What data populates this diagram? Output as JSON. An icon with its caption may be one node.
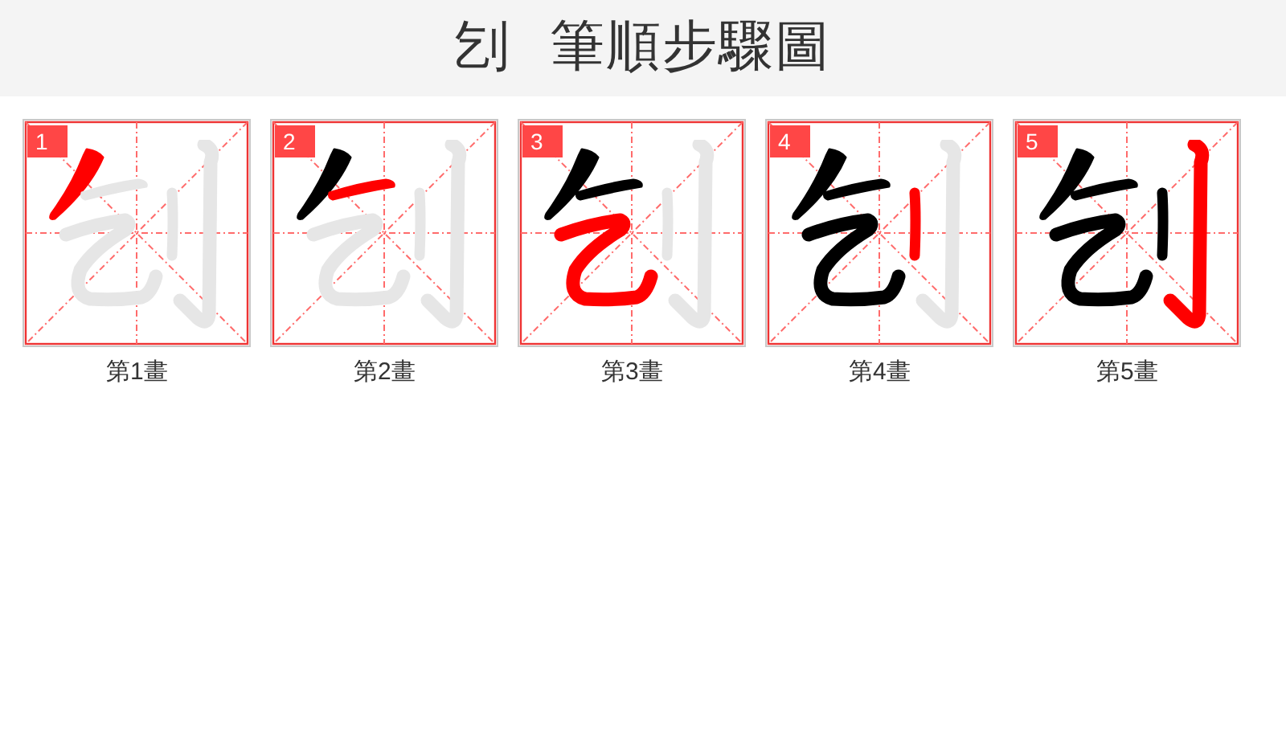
{
  "diagram": {
    "title": "刉 筆順步驟圖",
    "nodes": [
      {
        "text": [
          "1"
        ],
        "beside": [
          "第1畫"
        ]
      },
      {
        "text": [
          "2"
        ],
        "beside": [
          "第2畫"
        ]
      },
      {
        "text": [
          "3"
        ],
        "beside": [
          "第3畫"
        ]
      },
      {
        "text": [
          "4"
        ],
        "beside": [
          "第4畫"
        ]
      },
      {
        "text": [
          "5"
        ],
        "beside": [
          "第5畫"
        ]
      }
    ]
  }
}
